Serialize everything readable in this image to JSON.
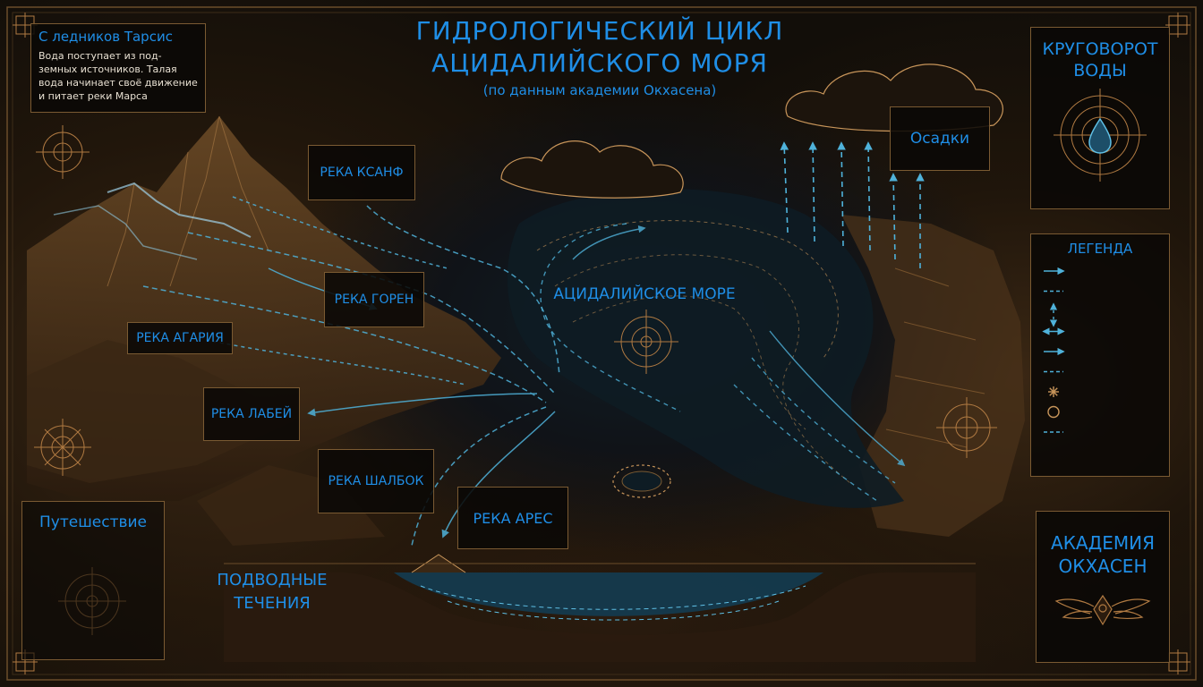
{
  "title": {
    "line1": "ГИДРОЛОГИЧЕСКИЙ ЦИКЛ",
    "line2": "АЦИДАЛИЙСКОГО МОРЯ",
    "subtitle": "(по данным академии Окхасена)"
  },
  "info_box": {
    "heading": "С ледников Тарсис",
    "text": "Вода поступает из под-земных источников. Талая вода начинает своё движение и питает реки Марса"
  },
  "labels": {
    "river_ksanf": "РЕКА КСАНФ",
    "river_goren": "РЕКА ГОРЕН",
    "river_agaria": "РЕКА АГАРИЯ",
    "river_labei": "РЕКА ЛАБЕЙ",
    "river_shalbok": "РЕКА ШАЛБОК",
    "river_ares": "РЕКА АРЕС",
    "sea": "АЦИДАЛИЙСКОЕ МОРЕ",
    "precipitation": "Осадки",
    "underwater_line1": "ПОДВОДНЫЕ",
    "underwater_line2": "ТЕЧЕНИЯ",
    "journey": "Путешествие"
  },
  "water_cycle_box": {
    "line1": "КРУГОВОРОТ",
    "line2": "ВОДЫ"
  },
  "legend": {
    "title": "ЛЕГЕНДА",
    "symbols": [
      "arrow",
      "dashed-line",
      "vertical-arrows",
      "double-arrow",
      "arrow",
      "dashed-line",
      "star",
      "circle",
      "dashed-line"
    ]
  },
  "academy": {
    "line1": "АКАДЕМИЯ",
    "line2": "ОКХАСЕН"
  },
  "colors": {
    "accent_blue": "#1f8ee6",
    "water_blue": "#3fa8d0",
    "frame_gold": "#7a5a32",
    "ink": "#c8955a"
  }
}
